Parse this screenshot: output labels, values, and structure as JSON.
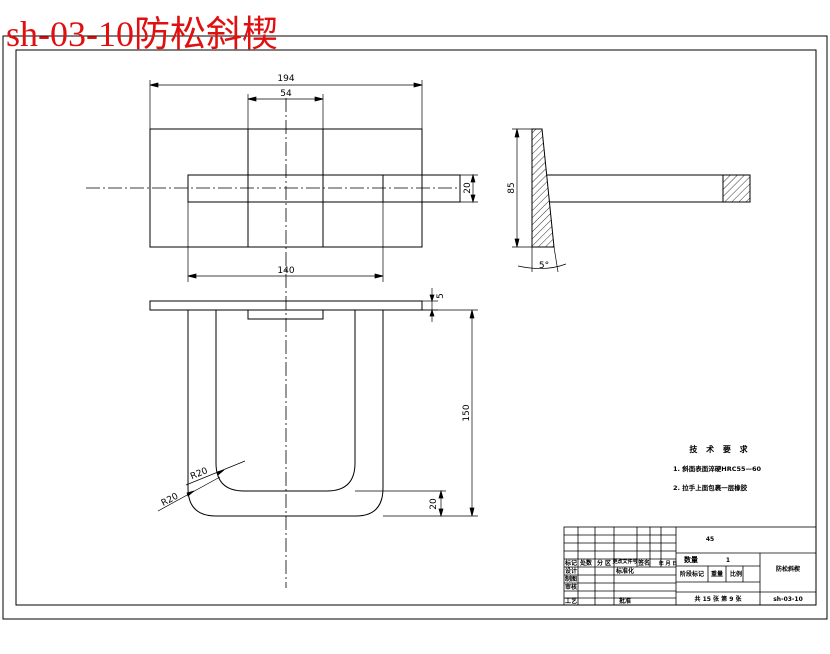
{
  "title": "sh-03-10防松斜楔",
  "dimensions": {
    "top_width": "194",
    "top_inner": "54",
    "top_height": "20",
    "mid_width": "140",
    "plate_thickness": "5",
    "leg_height": "150",
    "bottom_height": "20",
    "radius_inner": "R20",
    "radius_outer": "R20",
    "side_height": "85",
    "side_angle": "5°"
  },
  "tech_requirements": {
    "title": "技 术 要 求",
    "items": [
      "1. 斜面表面淬硬HRC55—60",
      "2. 拉手上面包裹一层橡胶"
    ]
  },
  "title_block": {
    "top_center": "45",
    "label_biaoji": "标记",
    "label_chushu": "处数",
    "label_fenqu": "分 区",
    "label_gengaiwenjian": "更改文件号",
    "label_qianming": "签名",
    "label_nianyueri": "年 月 日",
    "label_sheji": "设计",
    "label_biaozhunhua": "标准化",
    "label_zhitu": "制图",
    "label_shenhe": "审核",
    "label_gongyi": "工艺",
    "label_pizhun": "批准",
    "label_shuliang": "数量",
    "shuliang_value": "1",
    "label_jieduan": "阶段标记",
    "label_zhongliang": "重量",
    "label_bili": "比例",
    "sheet_info": "共 15 张  第 9 张",
    "part_name": "防松斜楔",
    "drawing_no": "sh-03-10"
  }
}
